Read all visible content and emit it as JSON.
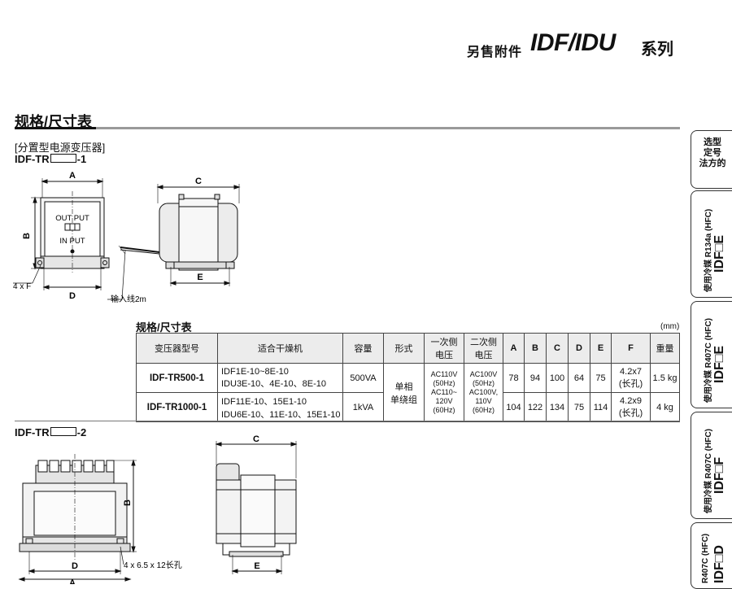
{
  "header": {
    "prefix": "另售附件",
    "series": "IDF/IDU",
    "suffix": "系列"
  },
  "section": {
    "title": "规格/尺寸表",
    "subtitle": "[分置型电源变压器]"
  },
  "model1": {
    "prefix": "IDF-TR",
    "suffix": "-1"
  },
  "model2": {
    "prefix": "IDF-TR",
    "suffix": "-2"
  },
  "drawing1": {
    "front": {
      "A": "A",
      "B": "B",
      "D": "D",
      "F": "4 x F",
      "output": "OUT PUT",
      "input": "IN PUT"
    },
    "side": {
      "C": "C",
      "E": "E",
      "cable": "输入线2m"
    }
  },
  "drawing2": {
    "front": {
      "A": "A",
      "B": "B",
      "D": "D",
      "holes": "4 x 6.5 x 12长孔"
    },
    "side": {
      "C": "C",
      "E": "E"
    }
  },
  "table": {
    "title": "规格/尺寸表",
    "unit": "(mm)",
    "headers": {
      "model": "变压器型号",
      "dryer": "适合干燥机",
      "capacity": "容量",
      "form": "形式",
      "primary_l1": "一次侧",
      "primary_l2": "电压",
      "secondary_l1": "二次侧",
      "secondary_l2": "电压",
      "A": "A",
      "B": "B",
      "C": "C",
      "D": "D",
      "E": "E",
      "F": "F",
      "weight": "重量"
    },
    "form_l1": "单相",
    "form_l2": "单绕组",
    "primary_lines": [
      "AC110V",
      "(50Hz)",
      "AC110~",
      "120V",
      "(60Hz)"
    ],
    "secondary_lines": [
      "AC100V",
      "(50Hz)",
      "AC100V,",
      "110V",
      "(60Hz)"
    ],
    "rows": [
      {
        "model": "IDF-TR500-1",
        "dryer_l1": "IDF1E-10~8E-10",
        "dryer_l2": "IDU3E-10、4E-10、8E-10",
        "capacity": "500VA",
        "A": "78",
        "B": "94",
        "C": "100",
        "D": "64",
        "E": "75",
        "F_l1": "4.2x7",
        "F_l2": "(长孔)",
        "weight": "1.5 kg"
      },
      {
        "model": "IDF-TR1000-1",
        "dryer_l1": "IDF11E-10、15E1-10",
        "dryer_l2": "IDU6E-10、11E-10、15E1-10",
        "capacity": "1kVA",
        "A": "104",
        "B": "122",
        "C": "134",
        "D": "75",
        "E": "114",
        "F_l1": "4.2x9",
        "F_l2": "(长孔)",
        "weight": "4 kg"
      }
    ]
  },
  "tabs": [
    {
      "lines": [
        "选型",
        "定号",
        "法方的"
      ]
    },
    {
      "sub": "使用冷媒  R134a (HFC)",
      "main": "IDF□E"
    },
    {
      "sub": "使用冷媒  R407C (HFC)",
      "main": "IDF□E"
    },
    {
      "sub": "使用冷媒  R407C (HFC)",
      "main": "IDF□F"
    },
    {
      "sub": "R407C (HFC)",
      "main": "IDF□D"
    }
  ]
}
